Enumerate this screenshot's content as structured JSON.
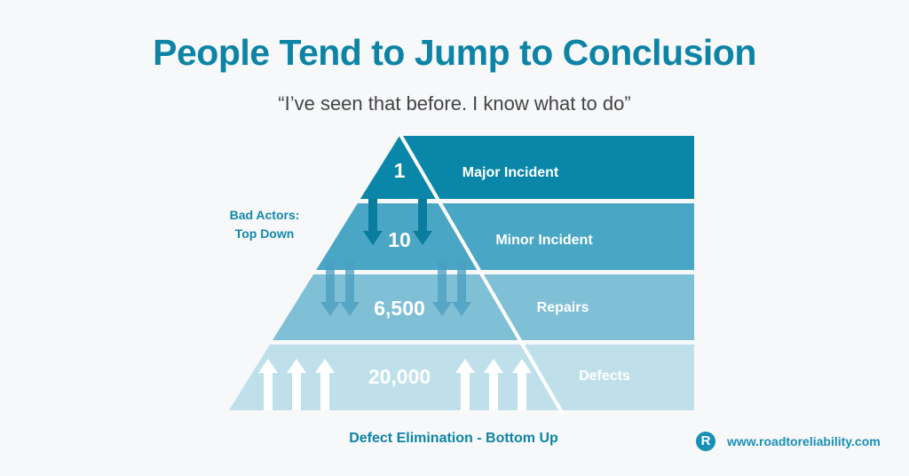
{
  "title": "People Tend to Jump to Conclusion",
  "quote": "“I’ve seen that before. I know what to do”",
  "side_label": {
    "line1": "Bad Actors:",
    "line2": "Top Down"
  },
  "levels": [
    {
      "count": "1",
      "label": "Major Incident",
      "color": "#0a87a8"
    },
    {
      "count": "10",
      "label": "Minor Incident",
      "color": "#4aa6c5"
    },
    {
      "count": "6,500",
      "label": "Repairs",
      "color": "#80c0d7"
    },
    {
      "count": "20,000",
      "label": "Defects",
      "color": "#bfe0eb"
    }
  ],
  "bottom_label": "Defect Elimination - Bottom Up",
  "footer": {
    "logo_letter": "R",
    "url": "www.roadtoreliability.com"
  }
}
